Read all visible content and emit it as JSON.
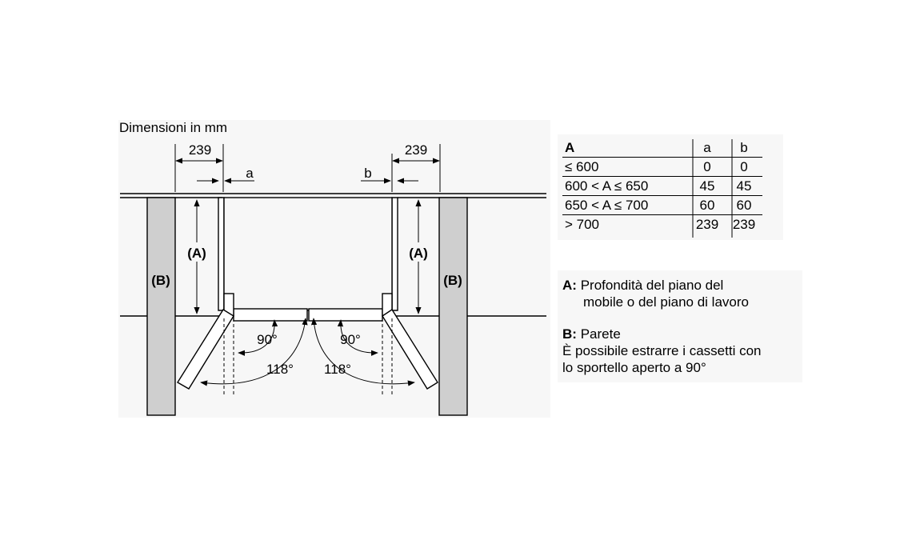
{
  "diagram": {
    "title": "Dimensioni in mm",
    "dim_239_left": "239",
    "dim_239_right": "239",
    "label_a": "a",
    "label_b": "b",
    "label_A_left": "(A)",
    "label_A_right": "(A)",
    "label_B_left": "(B)",
    "label_B_right": "(B)",
    "angle_90_left": "90°",
    "angle_90_right": "90°",
    "angle_118_left": "118°",
    "angle_118_right": "118°"
  },
  "table": {
    "headers": [
      "A",
      "a",
      "b"
    ],
    "rows": [
      [
        "≤ 600",
        "0",
        "0"
      ],
      [
        "600 < A ≤ 650",
        "45",
        "45"
      ],
      [
        "650 < A ≤ 700",
        "60",
        "60"
      ],
      [
        "> 700",
        "239",
        "239"
      ]
    ]
  },
  "legend": {
    "a_key": "A:",
    "a_line1": "Profondità del piano del",
    "a_line2": "mobile o del piano di lavoro",
    "b_key": "B:",
    "b_line1": "Parete",
    "b_line2": "È possibile estrarre i cassetti con",
    "b_line3": "lo sportello aperto a 90°"
  }
}
